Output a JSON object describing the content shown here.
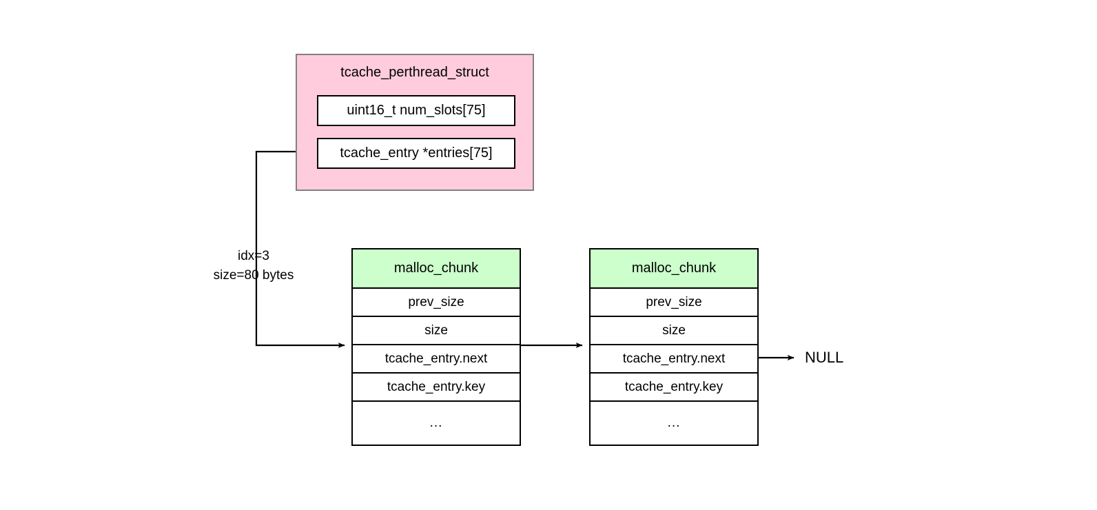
{
  "diagram": {
    "title": "glibc tcache structure diagram",
    "colors": {
      "struct_fill": "#ffccdd",
      "struct_border": "#808080",
      "chunk_header_fill": "#ccffcc",
      "line": "#000000",
      "background": "#ffffff"
    },
    "struct": {
      "name": "tcache_perthread_struct",
      "fields": [
        {
          "label": "uint16_t num_slots[75]"
        },
        {
          "label": "tcache_entry *entries[75]"
        }
      ]
    },
    "edge_label": {
      "line1": "idx=3",
      "line2": "size=80 bytes"
    },
    "chunks": [
      {
        "header": "malloc_chunk",
        "rows": [
          {
            "label": "prev_size"
          },
          {
            "label": "size"
          },
          {
            "label": "tcache_entry.next"
          },
          {
            "label": "tcache_entry.key"
          },
          {
            "label": "..."
          }
        ]
      },
      {
        "header": "malloc_chunk",
        "rows": [
          {
            "label": "prev_size"
          },
          {
            "label": "size"
          },
          {
            "label": "tcache_entry.next"
          },
          {
            "label": "tcache_entry.key"
          },
          {
            "label": "..."
          }
        ]
      }
    ],
    "terminator": "NULL"
  }
}
